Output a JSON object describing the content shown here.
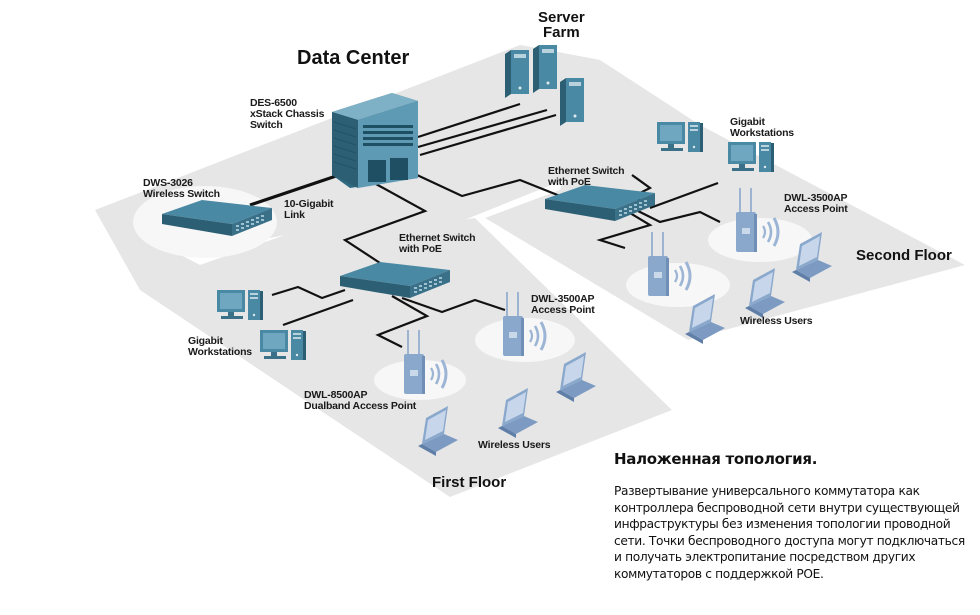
{
  "titles": {
    "data_center": "Data Center",
    "server_farm": "Server\nFarm"
  },
  "floors": {
    "first": "First Floor",
    "second": "Second Floor"
  },
  "devices": {
    "core_switch": "DES-6500\nxStack Chassis\nSwitch",
    "wireless_switch": "DWS-3026\nWireless Switch",
    "link": "10-Gigabit\nLink",
    "ff_ethernet_switch": "Ethernet Switch\nwith PoE",
    "sf_ethernet_switch": "Ethernet Switch\nwith PoE",
    "ff_workstations": "Gigabit\nWorkstations",
    "sf_workstations": "Gigabit\nWorkstations",
    "ff_ap_3500": "DWL-3500AP\nAccess Point",
    "sf_ap_3500": "DWL-3500AP\nAccess Point",
    "ff_ap_8500": "DWL-8500AP\nDualband Access Point",
    "ff_wireless_users": "Wireless Users",
    "sf_wireless_users": "Wireless Users"
  },
  "description": {
    "heading": "Наложенная топология.",
    "body": "Развертывание универсального коммутатора как контроллера беспроводной сети внутри существующей инфраструктуры без изменения топологии проводной сети. Точки беспроводного доступа могут подключаться и получать электропитание посредством других коммутаторов с поддержкой POE."
  },
  "colors": {
    "floor": "#e6e6e6",
    "device": "#3f7e96",
    "device_dark": "#2c5f73",
    "ap": "#8aa8cc",
    "cable": "#111111",
    "halo": "#f7f7f7"
  }
}
